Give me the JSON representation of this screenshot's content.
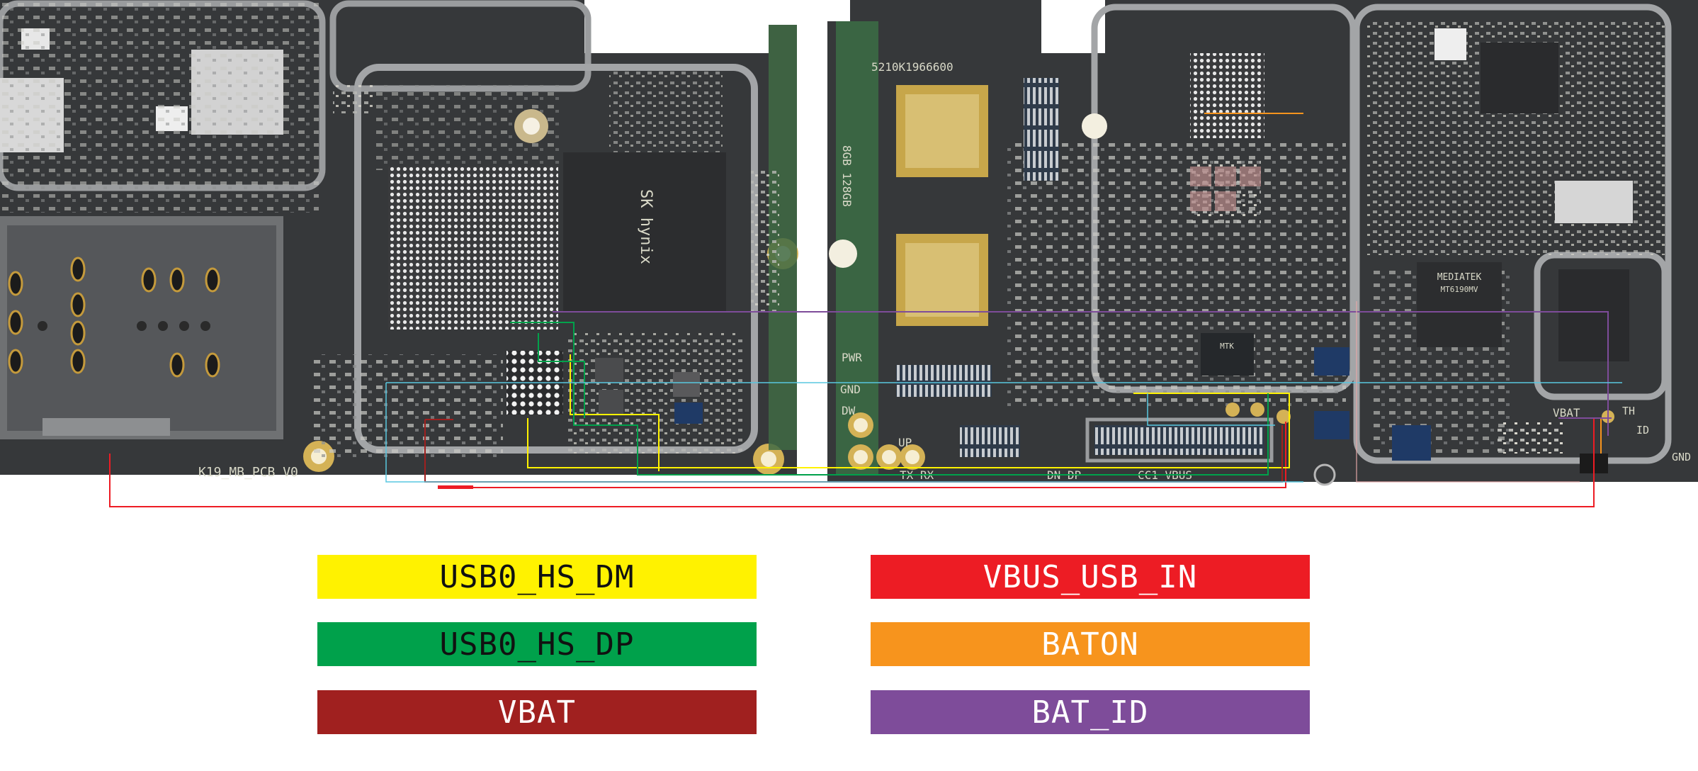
{
  "board": {
    "silkscreen": {
      "pcb_label": "K19_MB_PCB V0",
      "pwr": "PWR",
      "gnd": "GND",
      "dw": "DW",
      "up": "UP",
      "tx_rx": "TX  RX",
      "dn_dp": "DN  DP",
      "cc1_vbus": "CC1 VBUS",
      "vbat": "VBAT",
      "th": "TH",
      "id": "ID",
      "gnd_right": "GND",
      "chip_sk": "SK hynix",
      "chip_mtk": "MTK",
      "chip_mediatek": "MEDIATEK",
      "chip_mediatek_code": "MT6190MV",
      "pcb_code": "8GB 128GB",
      "lot_code": "5210K1966600"
    }
  },
  "legend": [
    {
      "label": "USB0_HS_DM",
      "color": "#FFF200",
      "text_color": "#111111"
    },
    {
      "label": "VBUS_USB_IN",
      "color": "#ED1C24",
      "text_color": "#FFFFFF"
    },
    {
      "label": "USB0_HS_DP",
      "color": "#00A14B",
      "text_color": "#111111"
    },
    {
      "label": "BATON",
      "color": "#F7941D",
      "text_color": "#FFFFFF"
    },
    {
      "label": "VBAT",
      "color": "#A0201F",
      "text_color": "#FFFFFF"
    },
    {
      "label": "BAT_ID",
      "color": "#7E4C9A",
      "text_color": "#FFFFFF"
    }
  ]
}
